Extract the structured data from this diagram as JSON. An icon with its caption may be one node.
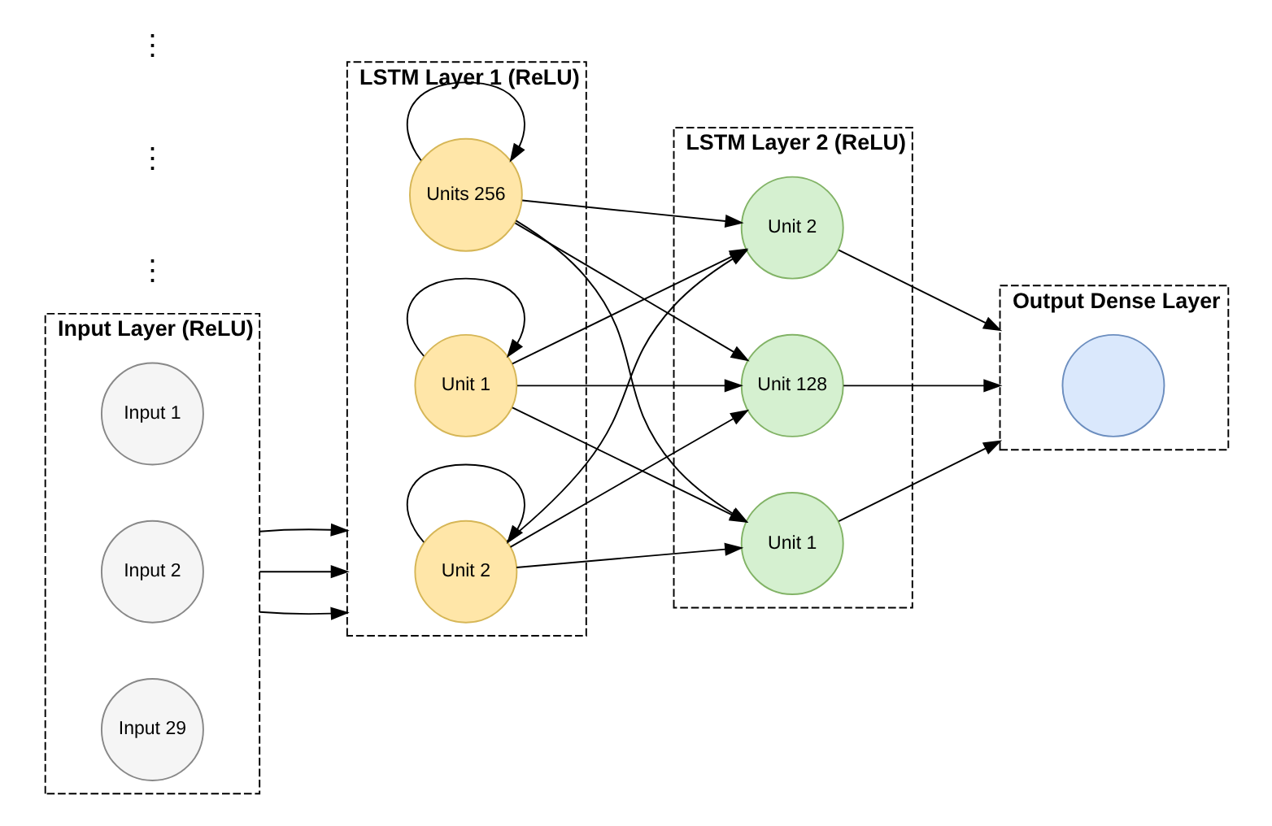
{
  "diagram": {
    "nodes": [
      {
        "text": [
          "Input Layer (ReLU)"
        ]
      },
      {
        "text": [
          "Input 1"
        ],
        "in": 0
      },
      {
        "text": [
          "Input 2"
        ],
        "in": 0
      },
      {
        "text": [
          "Input 29"
        ],
        "in": 0
      },
      {
        "text": [
          "LSTM Layer 1 (ReLU)"
        ]
      },
      {
        "text": [
          "Unit 1"
        ],
        "in": 4
      },
      {
        "text": [
          "Unit 2"
        ],
        "in": 4
      },
      {
        "text": [
          "Units 256"
        ],
        "in": 4
      },
      {
        "text": [
          "LSTM Layer 2 (ReLU)"
        ]
      },
      {
        "text": [
          "Unit 1"
        ],
        "in": 8
      },
      {
        "text": [
          "Unit 2"
        ],
        "in": 8
      },
      {
        "text": [
          "Unit 128"
        ],
        "in": 8
      },
      {
        "text": [
          "Output Dense Layer"
        ]
      },
      {
        "text": [],
        "shape": "circle",
        "in": 12
      }
    ],
    "edges": [
      {
        "from": 0,
        "to": 4,
        "arrow": "to"
      },
      {
        "from": 0,
        "to": 4,
        "arrow": "to"
      },
      {
        "from": 0,
        "to": 4,
        "arrow": "to"
      },
      {
        "from": 5,
        "to": 5,
        "arrow": "to"
      },
      {
        "from": 6,
        "to": 6,
        "arrow": "to"
      },
      {
        "from": 7,
        "to": 7,
        "arrow": "to"
      },
      {
        "from": 5,
        "to": 9,
        "arrow": "to"
      },
      {
        "from": 5,
        "to": 10,
        "arrow": "to"
      },
      {
        "from": 5,
        "to": 11,
        "arrow": "to"
      },
      {
        "from": 6,
        "to": 9,
        "arrow": "to"
      },
      {
        "from": 6,
        "to": 10,
        "arrow": "to"
      },
      {
        "from": 6,
        "to": 11,
        "arrow": "to"
      },
      {
        "from": 7,
        "to": 9,
        "arrow": "to"
      },
      {
        "from": 7,
        "to": 10,
        "arrow": "to"
      },
      {
        "from": 7,
        "to": 11,
        "arrow": "to"
      },
      {
        "from": 9,
        "to": 12,
        "arrow": "to"
      },
      {
        "from": 10,
        "to": 12,
        "arrow": "to"
      },
      {
        "from": 11,
        "to": 12,
        "arrow": "to"
      }
    ],
    "labels": [
      "⋮",
      "⋮",
      "⋮"
    ]
  }
}
